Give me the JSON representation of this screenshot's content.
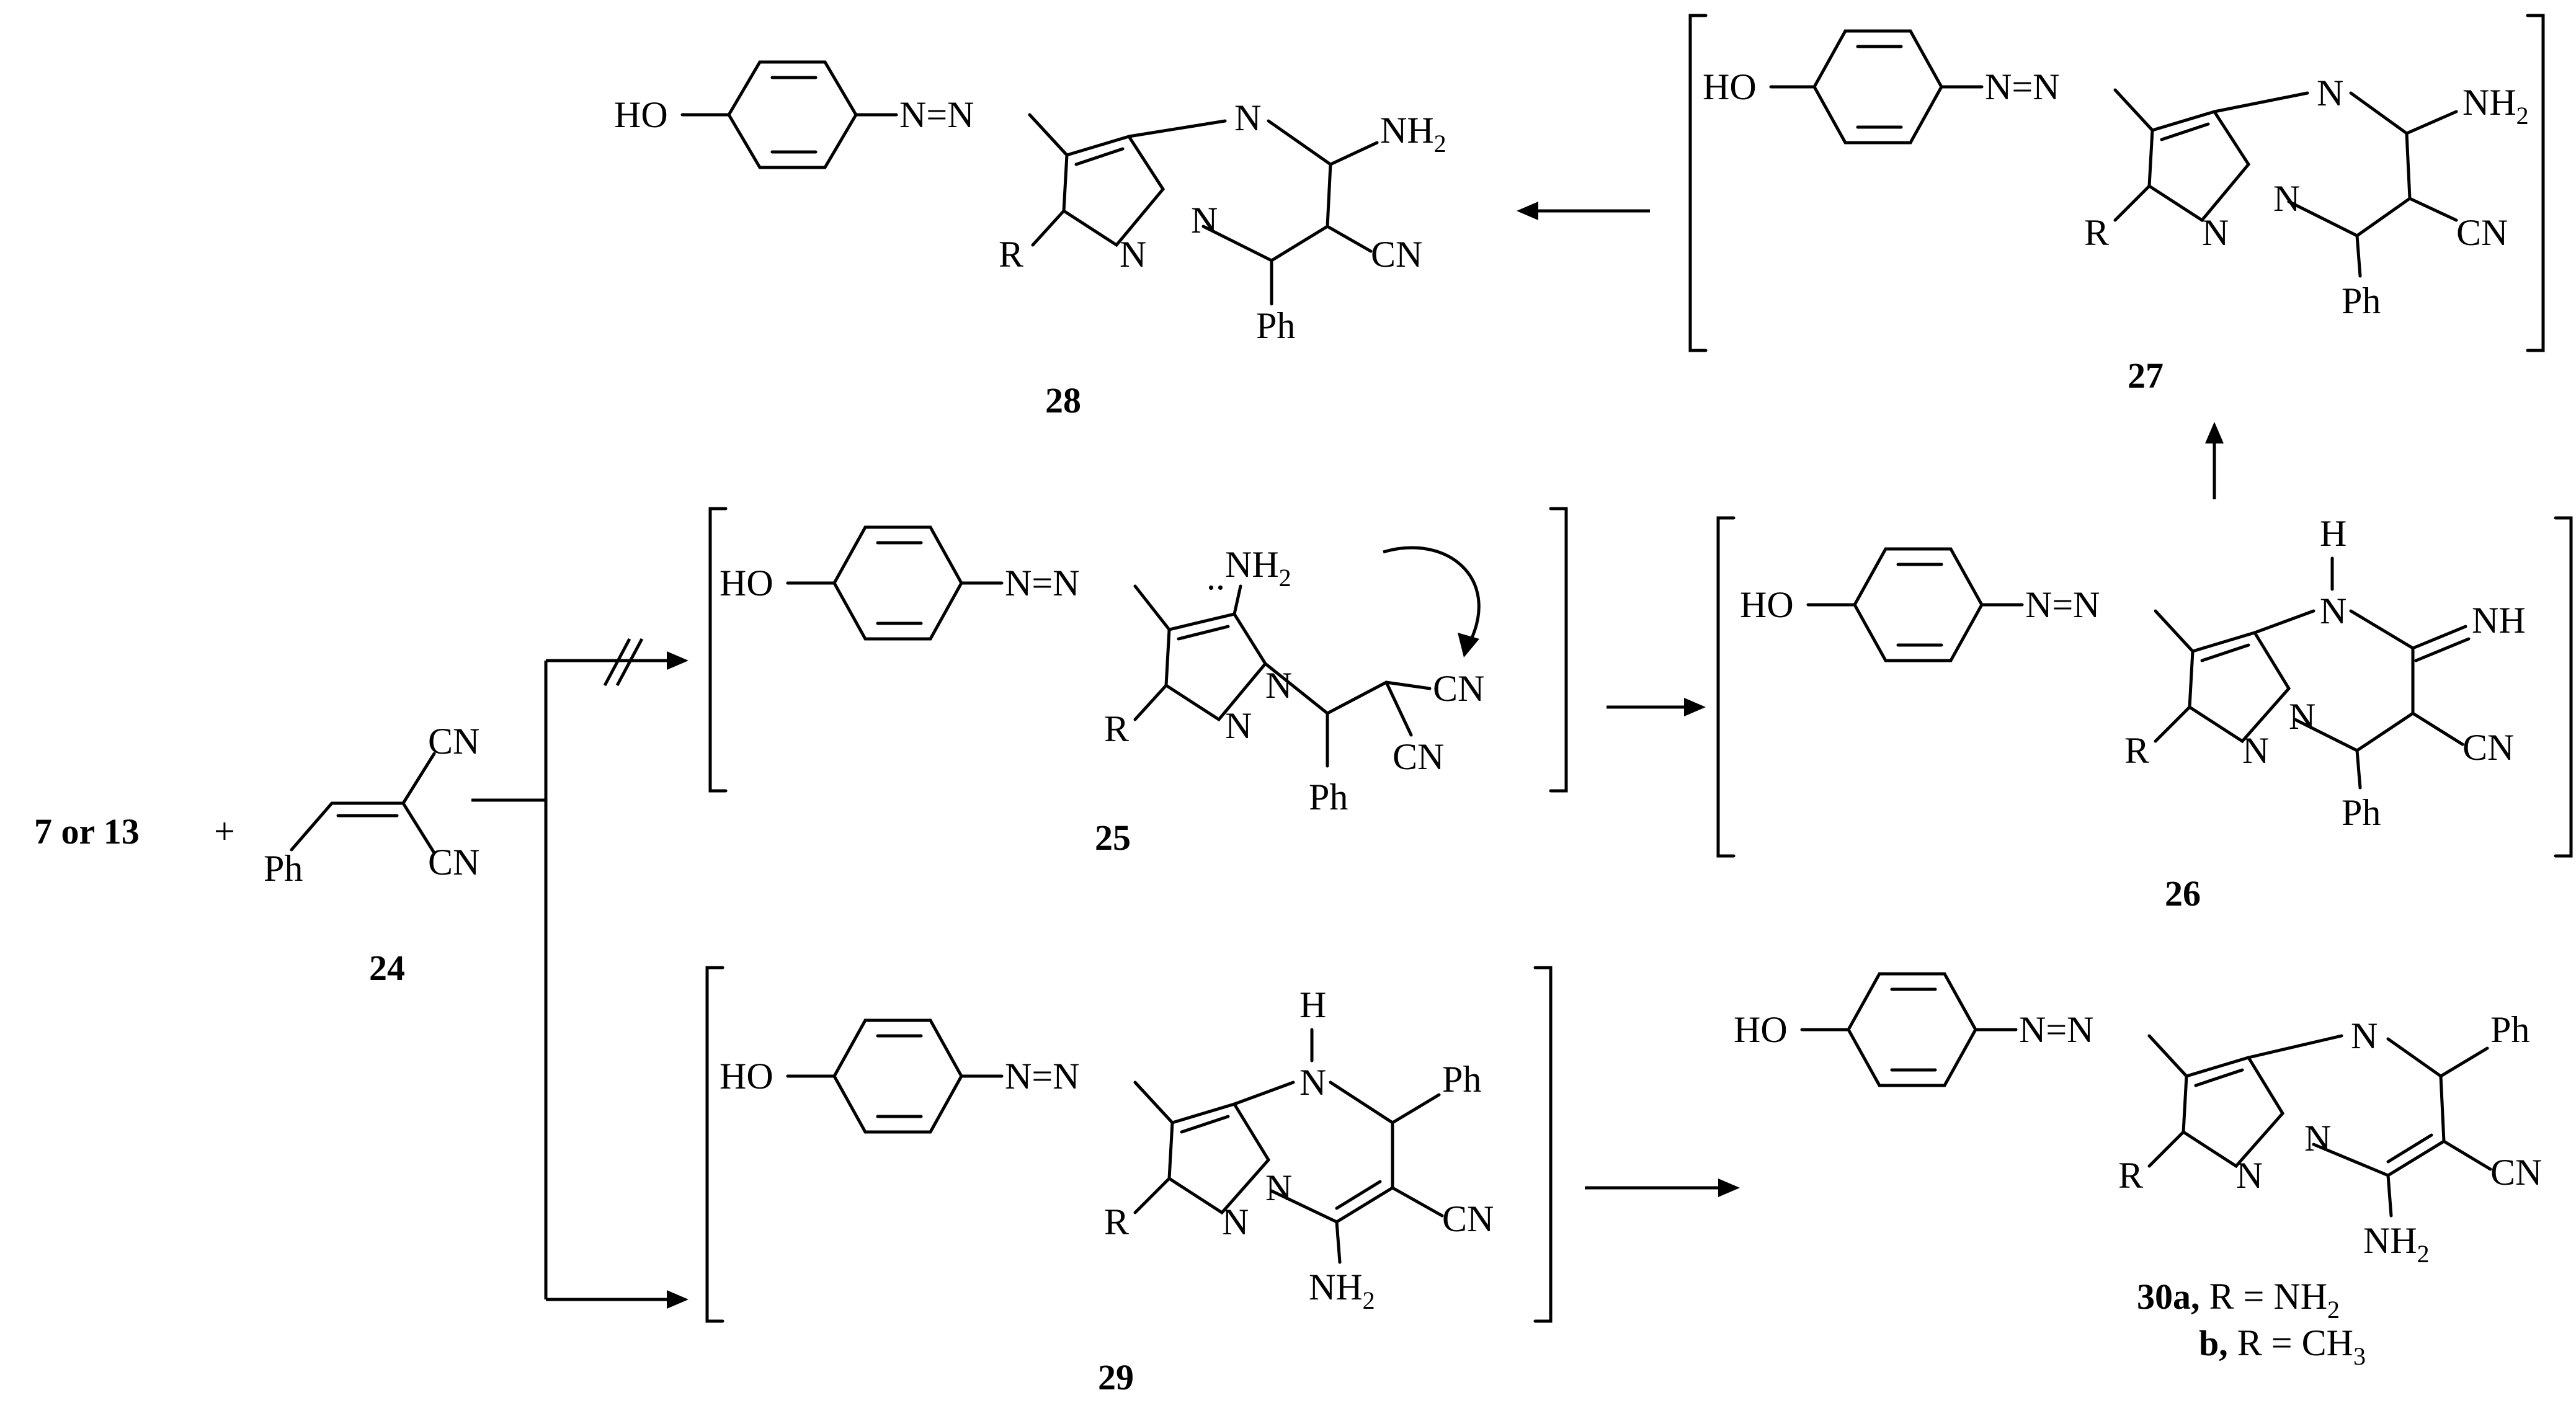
{
  "scheme": {
    "reactant": {
      "text": "7  or  13",
      "plus": "+",
      "compound_id": "24",
      "substituents": {
        "cn_top": "CN",
        "cn_bottom": "CN",
        "ph": "Ph"
      }
    },
    "compounds": [
      {
        "id": "28",
        "bracketed": false,
        "labels": {
          "ho": "HO",
          "azo": "N=N",
          "n_ring": "N",
          "nh2": "NH",
          "nh2_sub": "2",
          "r": "R",
          "n_pyrazole": "N",
          "n_bridge": "N",
          "cn": "CN",
          "ph": "Ph"
        }
      },
      {
        "id": "27",
        "bracketed": true,
        "labels": {
          "ho": "HO",
          "azo": "N=N",
          "n_ring": "N",
          "nh2": "NH",
          "nh2_sub": "2",
          "r": "R",
          "n_pyrazole": "N",
          "n_bridge": "N",
          "cn": "CN",
          "ph": "Ph"
        }
      },
      {
        "id": "25",
        "bracketed": true,
        "labels": {
          "ho": "HO",
          "azo": "N=N",
          "nh2": "NH",
          "nh2_sub": "2",
          "lone_pair": "..",
          "r": "R",
          "n_pyrazole": "N",
          "n_bridge": "N",
          "cn_1": "CN",
          "cn_2": "CN",
          "ph": "Ph"
        }
      },
      {
        "id": "26",
        "bracketed": true,
        "labels": {
          "ho": "HO",
          "azo": "N=N",
          "h": "H",
          "n_ring": "N",
          "nh": "NH",
          "r": "R",
          "n_pyrazole": "N",
          "n_bridge": "N",
          "cn": "CN",
          "ph": "Ph"
        }
      },
      {
        "id": "29",
        "bracketed": true,
        "labels": {
          "ho": "HO",
          "azo": "N=N",
          "h": "H",
          "n_ring": "N",
          "ph": "Ph",
          "r": "R",
          "n_pyrazole": "N",
          "n_bridge": "N",
          "cn": "CN",
          "nh2": "NH",
          "nh2_sub": "2"
        }
      },
      {
        "id": "30a",
        "bracketed": false,
        "labels": {
          "ho": "HO",
          "azo": "N=N",
          "n_ring": "N",
          "ph": "Ph",
          "r": "R",
          "n_pyrazole": "N",
          "n_bridge": "N",
          "cn": "CN",
          "nh2": "NH",
          "nh2_sub": "2"
        },
        "caption": {
          "line1_id": "30a,",
          "line1_text": " R = NH",
          "line1_sub": "2",
          "line2_id": "b,",
          "line2_text": " R = CH",
          "line2_sub": "3"
        }
      }
    ]
  }
}
